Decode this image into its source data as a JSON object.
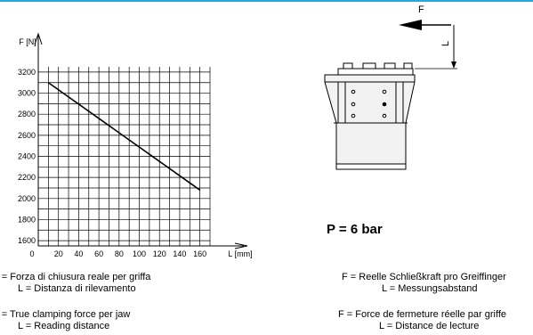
{
  "chart_data": {
    "type": "line",
    "xlabel": "L [mm]",
    "ylabel": "F [N]",
    "xlim": [
      0,
      170
    ],
    "ylim": [
      1550,
      3250
    ],
    "x_ticks": [
      0,
      20,
      40,
      60,
      80,
      100,
      120,
      140,
      160
    ],
    "y_ticks": [
      1600,
      1800,
      2000,
      2200,
      2400,
      2600,
      2800,
      3000,
      3200
    ],
    "grid": true,
    "series": [
      {
        "x": [
          10,
          160
        ],
        "y": [
          3100,
          2080
        ]
      }
    ]
  },
  "diagram": {
    "force_label": "F",
    "distance_label": "L"
  },
  "pressure_label": "P = 6 bar",
  "legends": {
    "it_1": "F = Forza di chiusura reale per griffa",
    "it_2": "L = Distanza di rilevamento",
    "en_1": "F = True clamping force per jaw",
    "en_2": "L = Reading distance",
    "de_1": "F = Reelle Schließkraft pro Greiffinger",
    "de_2": "L = Messungsabstand",
    "fr_1": "F = Force de fermeture réelle par griffe",
    "fr_2": "L = Distance de lecture"
  },
  "colors": {
    "accent_line": "#29a6dd",
    "ink": "#000000",
    "gripper_grey": "#f2f2f2"
  }
}
